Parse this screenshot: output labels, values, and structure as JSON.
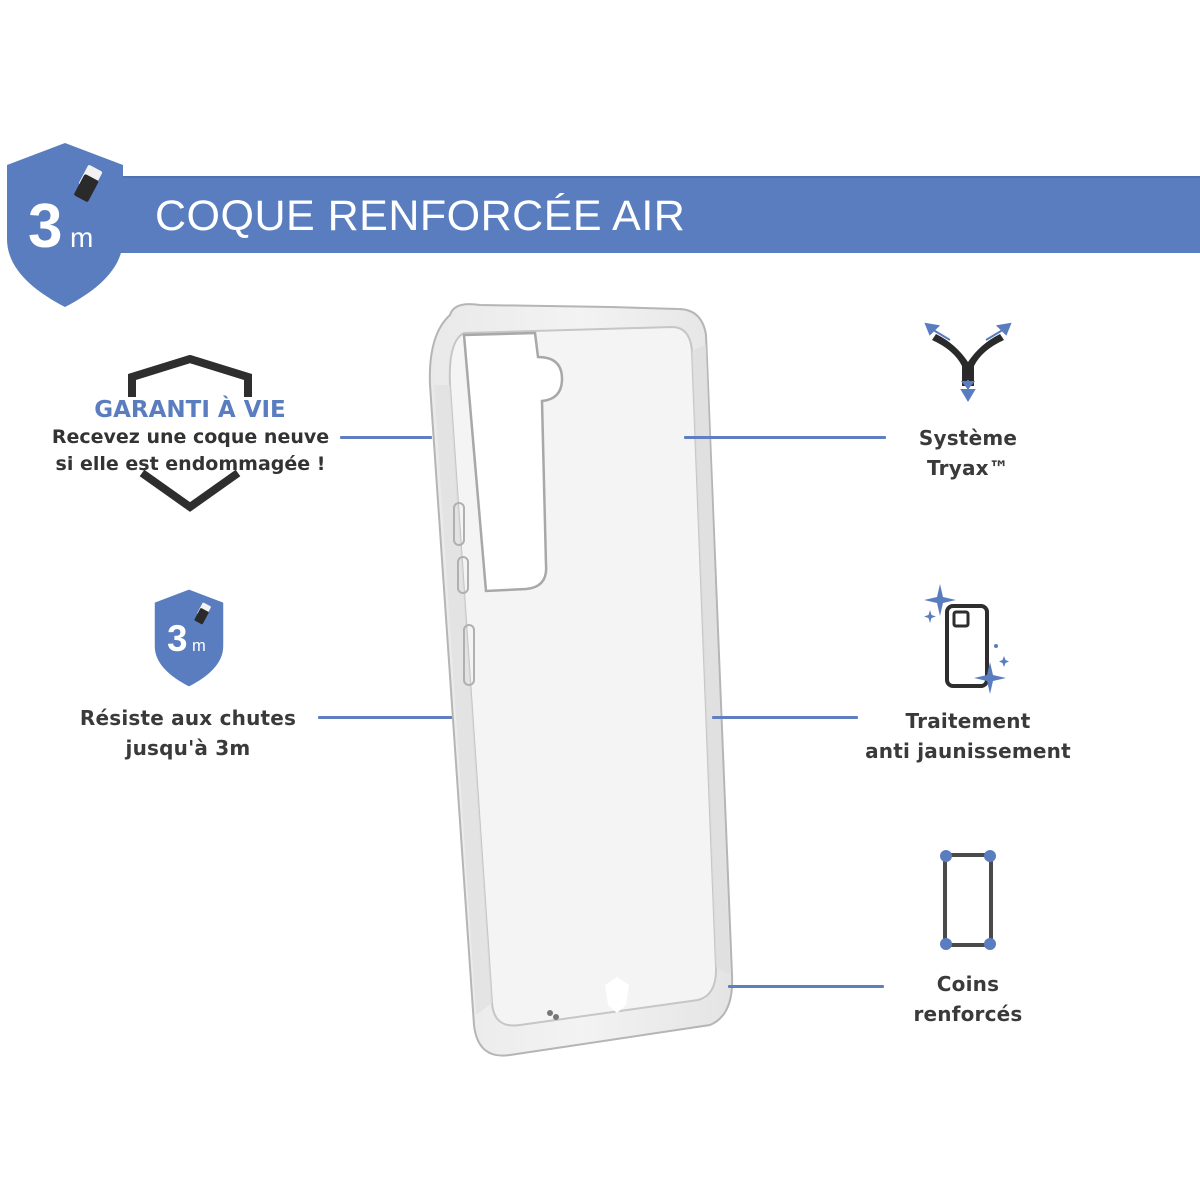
{
  "header": {
    "title": "COQUE RENFORCÉE AIR",
    "badge": {
      "number": "3",
      "unit": "m"
    }
  },
  "features_left": [
    {
      "id": "guarantee",
      "title": "GARANTI À VIE",
      "lines": [
        "Recevez une coque neuve",
        "si elle est endommagée !"
      ],
      "icon": "shield-outline-icon"
    },
    {
      "id": "drop",
      "lines": [
        "Résiste aux chutes",
        "jusqu'à 3m"
      ],
      "icon": "shield-3m-icon",
      "badge": {
        "number": "3",
        "unit": "m"
      }
    }
  ],
  "features_right": [
    {
      "id": "tryax",
      "lines": [
        "Système",
        "Tryax™"
      ],
      "icon": "tryax-arrows-icon"
    },
    {
      "id": "anti-yellowing",
      "lines": [
        "Traitement",
        "anti jaunissement"
      ],
      "icon": "sparkle-phone-icon"
    },
    {
      "id": "corners",
      "lines": [
        "Coins",
        "renforcés"
      ],
      "icon": "reinforced-corners-icon"
    }
  ],
  "colors": {
    "brand_blue": "#5a7dbf",
    "text_dark": "#3a3a3a",
    "icon_dark": "#2e2e2e",
    "background": "#ffffff"
  }
}
